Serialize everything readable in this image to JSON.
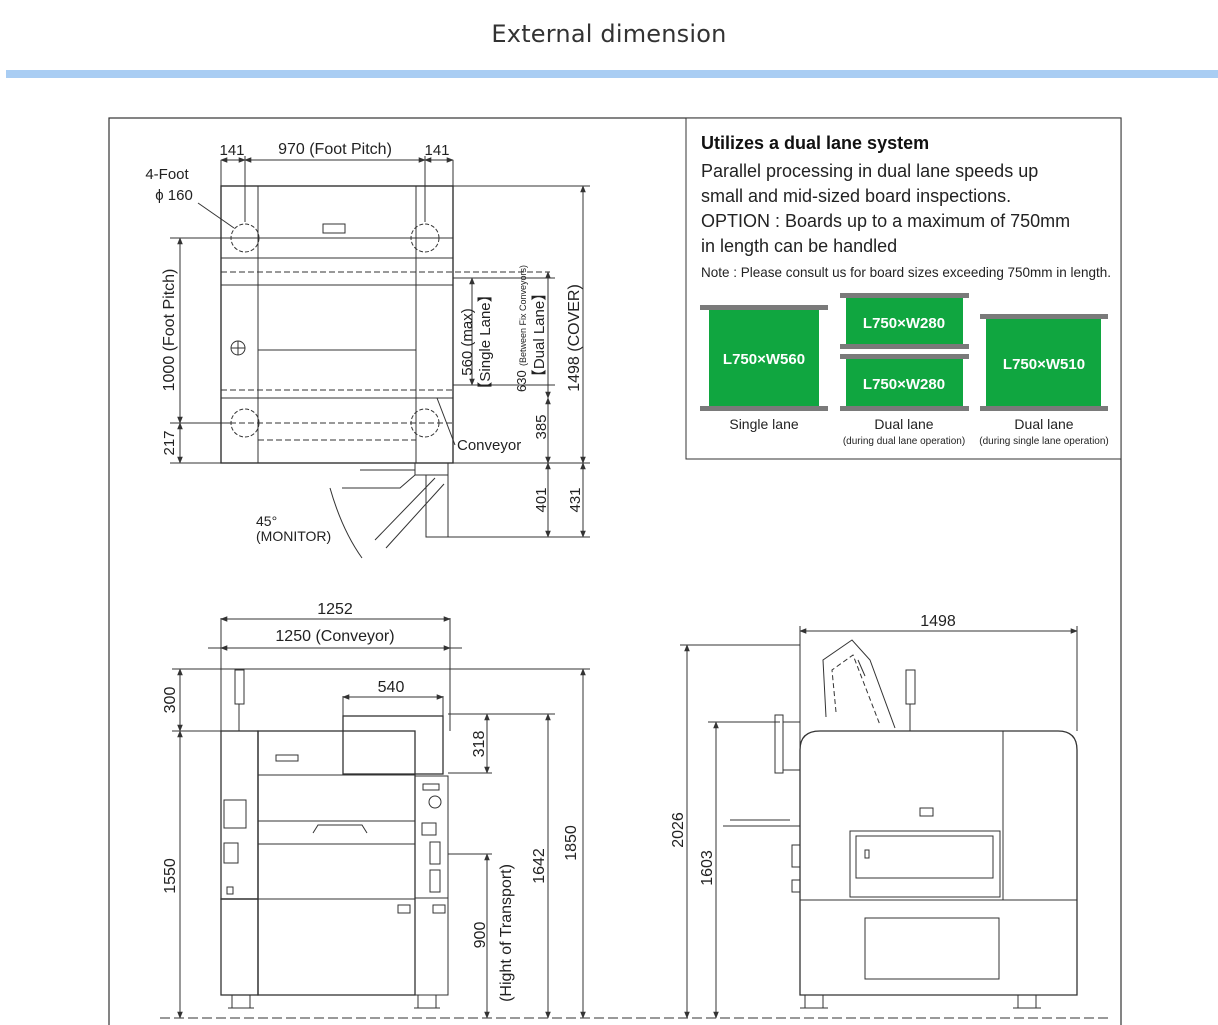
{
  "page": {
    "title": "External dimension"
  },
  "top_view": {
    "foot_label_1": "4-Foot",
    "foot_label_2": "ϕ 160",
    "w_left": "141",
    "foot_pitch_w": "970 (Foot Pitch)",
    "w_right": "141",
    "foot_pitch_h": "1000 (Foot Pitch)",
    "h_217": "217",
    "single_lane_1": "560 (max)",
    "single_lane_2": "【Single Lane】",
    "dual_lane_1": "630",
    "dual_lane_small": "(Between Fix Conveyors)",
    "dual_lane_2": "【Dual Lane】",
    "cover": "1498 (COVER)",
    "h_385": "385",
    "conveyor": "Conveyor",
    "h_401": "401",
    "h_431": "431",
    "monitor_angle": "45°",
    "monitor_label": "(MONITOR)"
  },
  "info_box": {
    "heading": "Utilizes a dual lane system",
    "line1": "Parallel processing in dual lane speeds up",
    "line2": "small and mid-sized board inspections.",
    "line3": "OPTION : Boards up to a maximum of 750mm",
    "line4": "in length can be handled",
    "note": "Note : Please consult us for board sizes exceeding 750mm in length.",
    "board_single": "L750×W560",
    "board_dual_top": "L750×W280",
    "board_dual_bottom": "L750×W280",
    "board_single_mode": "L750×W510",
    "cap_single": "Single lane",
    "cap_dual": "Dual lane",
    "cap_dual_sub": "(during dual lane operation)",
    "cap_dual2": "Dual lane",
    "cap_dual2_sub": "(during single lane operation)",
    "colors": {
      "board_green": "#10a640",
      "rail_gray": "#7a7a7a"
    }
  },
  "front_view": {
    "w_1252": "1252",
    "w_conveyor": "1250 (Conveyor)",
    "w_540": "540",
    "h_300": "300",
    "h_318": "318",
    "h_1550": "1550",
    "h_900": "900",
    "h_transport": "(Hight of Transport)",
    "h_1642": "1642",
    "h_1850": "1850"
  },
  "side_view": {
    "w_1498": "1498",
    "h_2026": "2026",
    "h_1603": "1603"
  }
}
